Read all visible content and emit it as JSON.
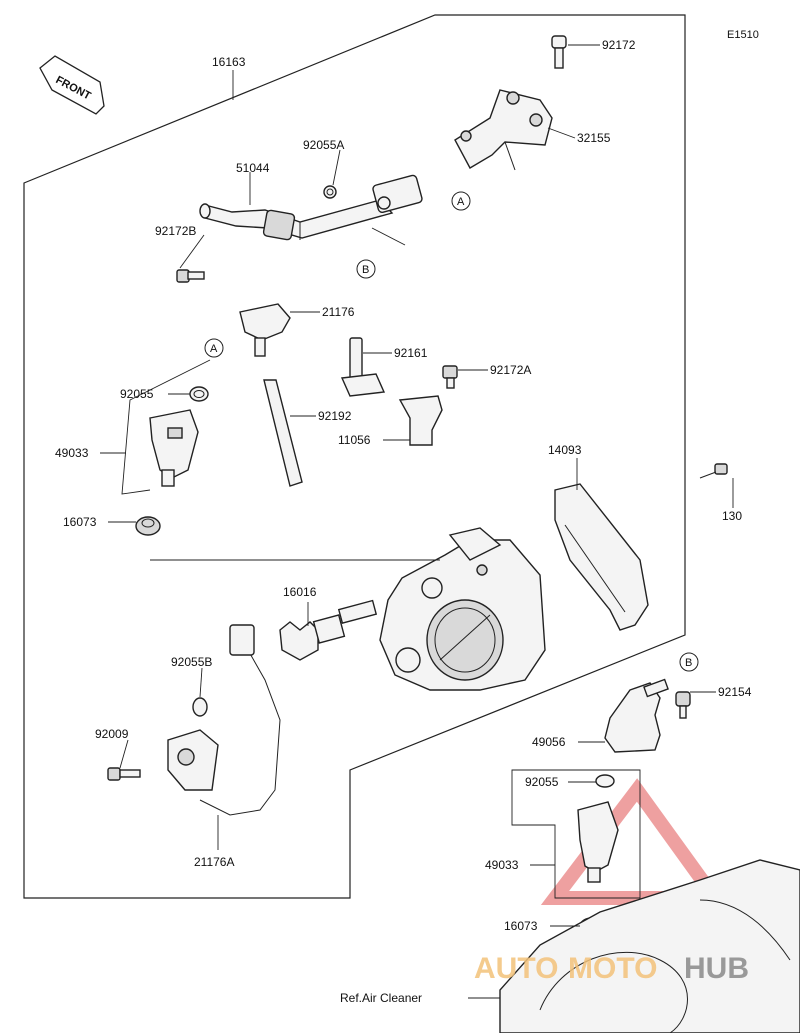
{
  "diagram_code": "E1510",
  "front_label": "FRONT",
  "ref_note": "Ref.Air Cleaner",
  "watermark": {
    "part1": "AUTO",
    "part2": "MOTO",
    "part3": "HUB",
    "color_red": "#e23a3a",
    "color_orange": "#f3b75a",
    "color_grey": "#7a7a7a"
  },
  "callouts": {
    "a": "A",
    "b": "B"
  },
  "part_numbers": {
    "p16163": "16163",
    "p92172": "92172",
    "p32155": "32155",
    "p92055A": "92055A",
    "p51044": "51044",
    "p92172B": "92172B",
    "p21176": "21176",
    "p92161": "92161",
    "p92172A": "92172A",
    "p92055": "92055",
    "p92192": "92192",
    "p49033": "49033",
    "p11056": "11056",
    "p14093": "14093",
    "p130": "130",
    "p16073": "16073",
    "p16016": "16016",
    "p92055B": "92055B",
    "p92009": "92009",
    "p21176A": "21176A",
    "p92154": "92154",
    "p49056": "49056",
    "p92055b2": "92055",
    "p49033b": "49033",
    "p16073b": "16073"
  }
}
